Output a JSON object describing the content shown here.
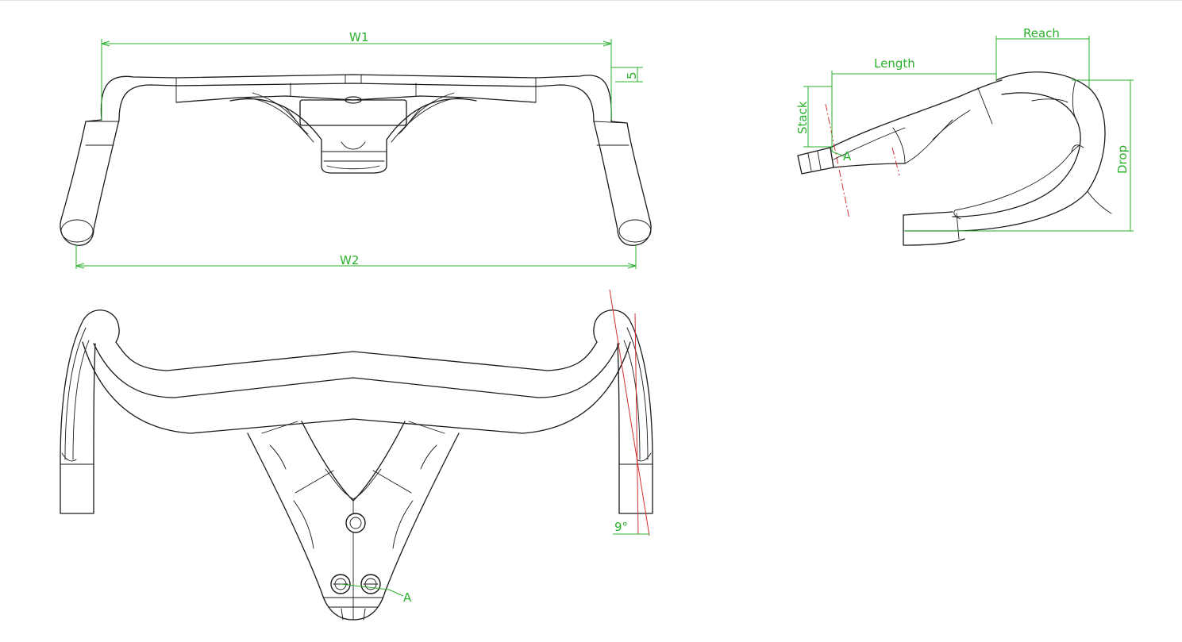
{
  "drawing": {
    "front_view": {
      "labels": {
        "w1": "W1",
        "w2": "W2",
        "rise": "5"
      }
    },
    "top_view": {
      "labels": {
        "angle": "9°",
        "point_a": "A"
      }
    },
    "side_view": {
      "labels": {
        "reach": "Reach",
        "length": "Length",
        "stack": "Stack",
        "drop": "Drop",
        "point_a": "A"
      }
    },
    "colors": {
      "outline": "#1a1a1a",
      "dimension": "#2bb02b",
      "axis": "#d03030"
    }
  }
}
